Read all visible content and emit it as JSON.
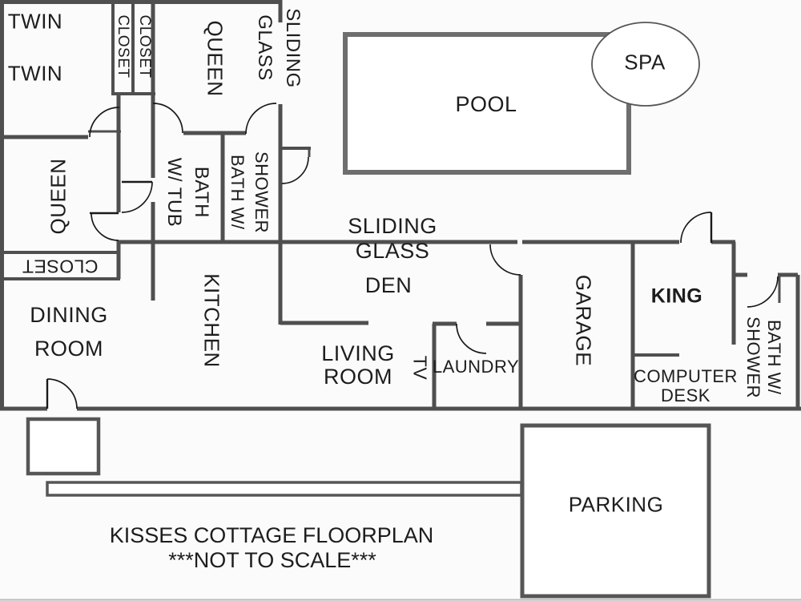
{
  "title": {
    "line1": "KISSES COTTAGE FLOORPLAN",
    "line2": "***NOT TO SCALE***"
  },
  "rooms": {
    "twin_bed_1": "TWIN",
    "twin_bed_2": "TWIN",
    "closet_left": "CLOSET",
    "closet_right": "CLOSET",
    "closet_hall": "CLOSET",
    "queen_top": "QUEEN",
    "queen_mid": "QUEEN",
    "sliding_glass_bedroom": "SLIDING\nGLASS",
    "bath_tub": "BATH\nW/ TUB",
    "bath_shower_mid": "BATH W/\nSHOWER",
    "bath_shower_right": "BATH W/\nSHOWER",
    "sliding_glass_den": "SLIDING\nGLASS",
    "den": "DEN",
    "kitchen": "KITCHEN",
    "dining": "DINING\nROOM",
    "living": "LIVING\nROOM",
    "tv": "TV",
    "laundry": "LAUNDRY",
    "garage": "GARAGE",
    "king": "KING",
    "computer_desk": "COMPUTER\nDESK"
  },
  "outdoor": {
    "pool": "POOL",
    "spa": "SPA",
    "parking": "PARKING"
  },
  "colors": {
    "wall": "#4f4f4f",
    "outline": "#565656",
    "pool_border": "#6e6e6e",
    "arc": "#1a1a1a",
    "text": "#1d1d1d",
    "background": "#fbfbfb"
  }
}
